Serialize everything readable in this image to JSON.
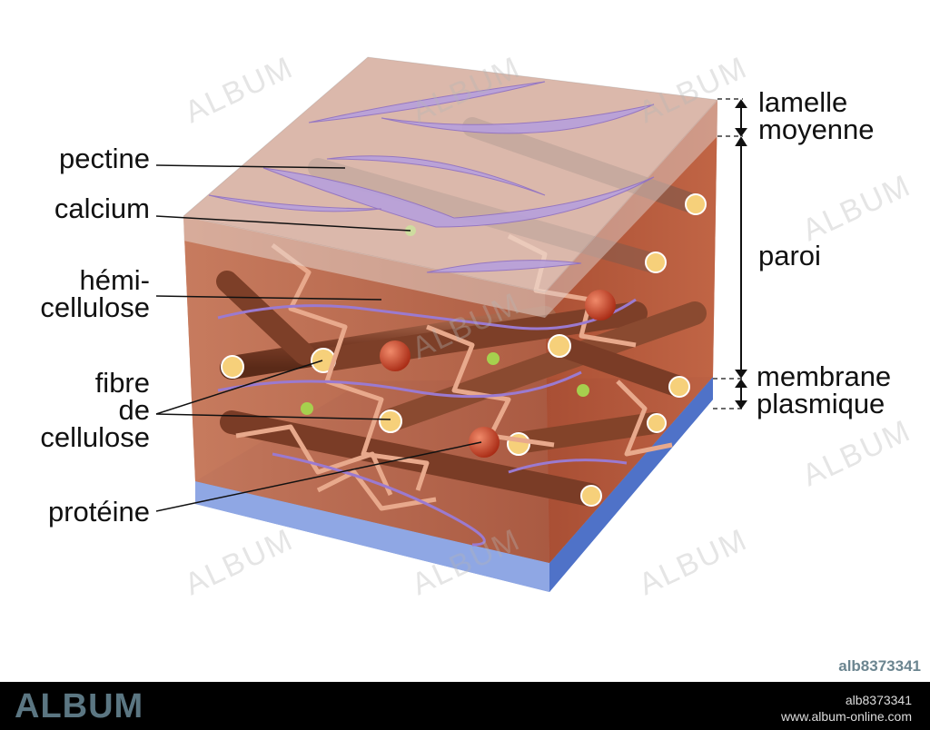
{
  "labels_left": {
    "pectine": "pectine",
    "calcium": "calcium",
    "hemicellulose_1": "hémi-",
    "hemicellulose_2": "cellulose",
    "fibre_1": "fibre",
    "fibre_2": "de",
    "fibre_3": "cellulose",
    "proteine": "protéine"
  },
  "labels_right": {
    "lamelle_1": "lamelle",
    "lamelle_2": "moyenne",
    "paroi": "paroi",
    "membrane_1": "membrane",
    "membrane_2": "plasmique"
  },
  "watermark": "ALBUM",
  "image_id": "alb8373341",
  "footer": {
    "logo": "ALBUM",
    "id": "alb8373341",
    "url": "www.album-online.com"
  },
  "colors": {
    "wall": "#b8664a",
    "membrane": "#5d7ed0",
    "lamella": "#e9dcd6",
    "pectin": "#b49ad8",
    "cellulose": "#8a4a33",
    "protein": "#c23a22",
    "calcium": "#9acd4a"
  }
}
